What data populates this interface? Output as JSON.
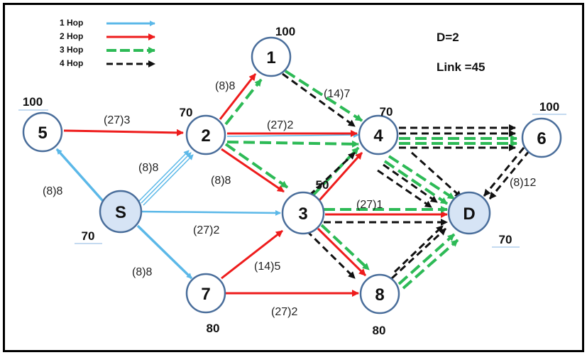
{
  "legend": [
    {
      "label": "1 Hop",
      "color": "#5bb8e8",
      "style": "solid"
    },
    {
      "label": "2 Hop",
      "color": "#ee1c1c",
      "style": "solid"
    },
    {
      "label": "3 Hop",
      "color": "#2dba56",
      "style": "dashed"
    },
    {
      "label": "4 Hop",
      "color": "#111111",
      "style": "dashed"
    }
  ],
  "info": {
    "d": "D=2",
    "link": "Link =45"
  },
  "nodes": [
    {
      "id": "1",
      "label": "1",
      "capacity": "100",
      "fill": "#ffffff"
    },
    {
      "id": "2",
      "label": "2",
      "capacity": "70",
      "fill": "#ffffff"
    },
    {
      "id": "3",
      "label": "3",
      "capacity": "50",
      "fill": "#ffffff"
    },
    {
      "id": "4",
      "label": "4",
      "capacity": "70",
      "fill": "#ffffff"
    },
    {
      "id": "5",
      "label": "5",
      "capacity": "100",
      "fill": "#ffffff"
    },
    {
      "id": "6",
      "label": "6",
      "capacity": "100",
      "fill": "#ffffff"
    },
    {
      "id": "7",
      "label": "7",
      "capacity": "80",
      "fill": "#ffffff"
    },
    {
      "id": "8",
      "label": "8",
      "capacity": "80",
      "fill": "#ffffff"
    },
    {
      "id": "S",
      "label": "S",
      "capacity": "70",
      "fill": "#d6e4f5"
    },
    {
      "id": "D",
      "label": "D",
      "capacity": "70",
      "fill": "#d6e4f5"
    }
  ],
  "edge_labels": [
    {
      "text": "(8)8",
      "edge": "2-1"
    },
    {
      "text": "(14)7",
      "edge": "1-4"
    },
    {
      "text": "(27)3",
      "edge": "5-2"
    },
    {
      "text": "(27)2",
      "edge": "2-4"
    },
    {
      "text": "(8)8",
      "edge": "S-2"
    },
    {
      "text": "(8)8",
      "edge": "S-5"
    },
    {
      "text": "(8)8",
      "edge": "2-3"
    },
    {
      "text": "(27)1",
      "edge": "3-D"
    },
    {
      "text": "(8)12",
      "edge": "6-D"
    },
    {
      "text": "(27)2",
      "edge": "S-3"
    },
    {
      "text": "(14)5",
      "edge": "7-3"
    },
    {
      "text": "(8)8",
      "edge": "S-7"
    },
    {
      "text": "(27)2",
      "edge": "7-8"
    }
  ],
  "colors": {
    "hop1": "#5bb8e8",
    "hop2": "#ee1c1c",
    "hop3": "#2dba56",
    "hop4": "#111111",
    "node_border": "#4a6e9b"
  }
}
